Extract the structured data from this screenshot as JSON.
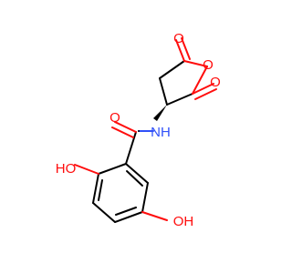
{
  "molecule": {
    "colors": {
      "carbon": "#000000",
      "oxygen": "#ff0d0d",
      "nitrogen": "#3050f8"
    },
    "labels": {
      "ring_oxygen": "O",
      "ring_carbonyl_top_left": "O",
      "ring_carbonyl_right": "O",
      "amide_oxygen": "O",
      "amide_nitrogen": "NH",
      "hydroxyl_upper": "HO",
      "hydroxyl_lower": "OH"
    }
  }
}
